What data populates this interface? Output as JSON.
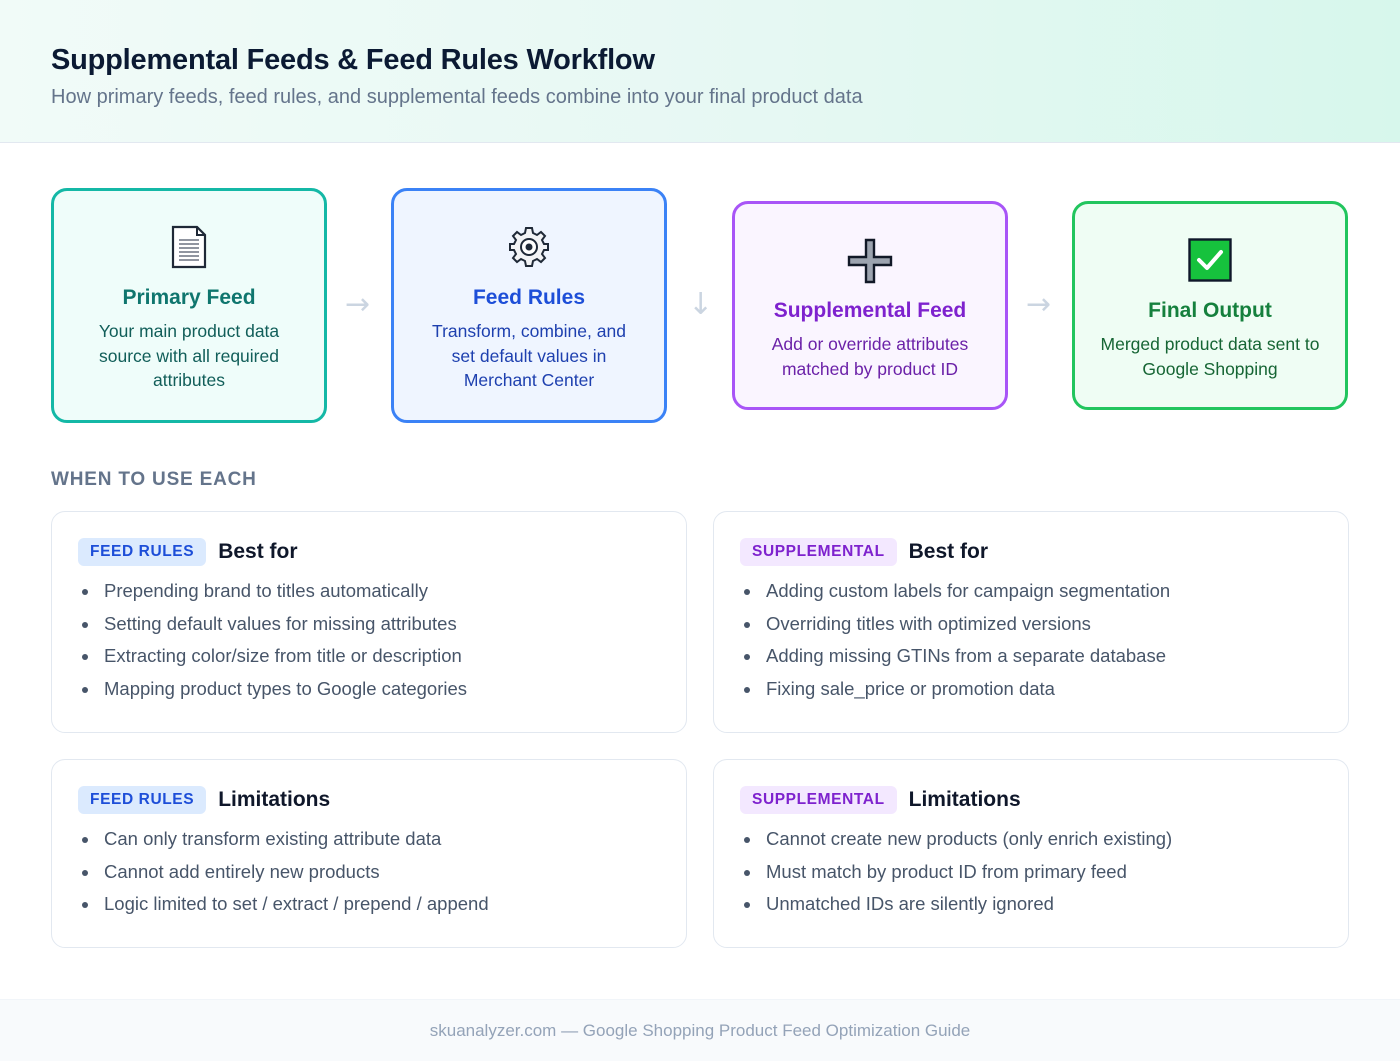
{
  "header": {
    "title": "Supplemental Feeds & Feed Rules Workflow",
    "subtitle": "How primary feeds, feed rules, and supplemental feeds combine into your final product data"
  },
  "flow": [
    {
      "icon": "document-icon",
      "title": "Primary Feed",
      "desc": "Your main product data source with all required attributes",
      "color": "#14b8a6"
    },
    {
      "icon": "gear-icon",
      "title": "Feed Rules",
      "desc": "Transform, combine, and set default values in Merchant Center",
      "color": "#3b82f6"
    },
    {
      "icon": "plus-icon",
      "title": "Supplemental Feed",
      "desc": "Add or override attributes matched by product ID",
      "color": "#a855f7"
    },
    {
      "icon": "checkmark-icon",
      "title": "Final Output",
      "desc": "Merged product data sent to Google Shopping",
      "color": "#22c55e"
    }
  ],
  "arrows": [
    "→",
    "↓",
    "→"
  ],
  "section_label": "WHEN TO USE EACH",
  "cards": [
    {
      "badge": "FEED RULES",
      "heading": "Best for",
      "items": [
        "Prepending brand to titles automatically",
        "Setting default values for missing attributes",
        "Extracting color/size from title or description",
        "Mapping product types to Google categories"
      ]
    },
    {
      "badge": "SUPPLEMENTAL",
      "heading": "Best for",
      "items": [
        "Adding custom labels for campaign segmentation",
        "Overriding titles with optimized versions",
        "Adding missing GTINs from a separate database",
        "Fixing sale_price or promotion data"
      ]
    },
    {
      "badge": "FEED RULES",
      "heading": "Limitations",
      "items": [
        "Can only transform existing attribute data",
        "Cannot add entirely new products",
        "Logic limited to set / extract / prepend / append"
      ]
    },
    {
      "badge": "SUPPLEMENTAL",
      "heading": "Limitations",
      "items": [
        "Cannot create new products (only enrich existing)",
        "Must match by product ID from primary feed",
        "Unmatched IDs are silently ignored"
      ]
    }
  ],
  "footer": "skuanalyzer.com — Google Shopping Product Feed Optimization Guide"
}
